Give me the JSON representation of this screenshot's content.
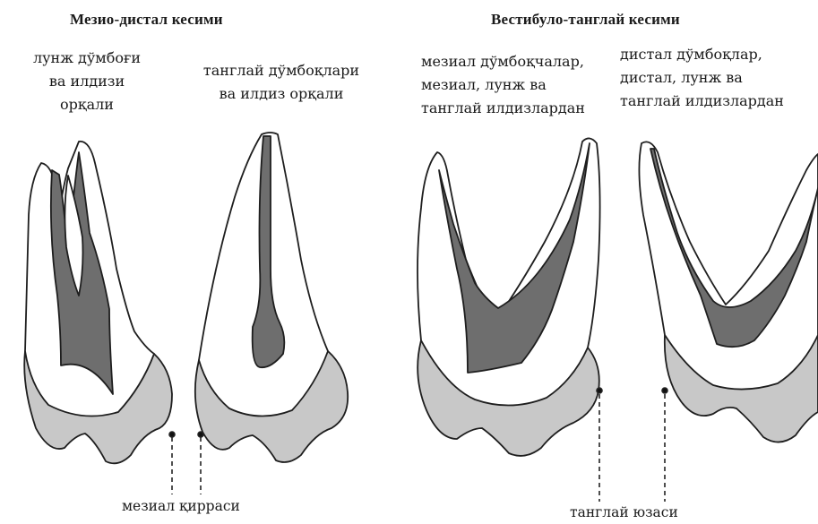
{
  "headings": {
    "left": "Мезио-дистал кесими",
    "right": "Вестибуло-танглай кесими"
  },
  "labels": {
    "tooth1": "лунж дўмбоғи\nва илдизи\nорқали",
    "tooth2": "танглай дўмбоқлари\nва илдиз орқали",
    "tooth3": "мезиал дўмбоқчалар,\nмезиал, лунж ва\nтанглай илдизлардан",
    "tooth4": "дистал дўмбоқлар,\nдистал, лунж ва\nтанглай илдизлардан"
  },
  "bottom_labels": {
    "left": "мезиал қирраси",
    "right": "танглай юзаси"
  },
  "colors": {
    "crown": "#c8c8c8",
    "pulp": "#6e6e6e",
    "outline": "#1e1e1e"
  }
}
